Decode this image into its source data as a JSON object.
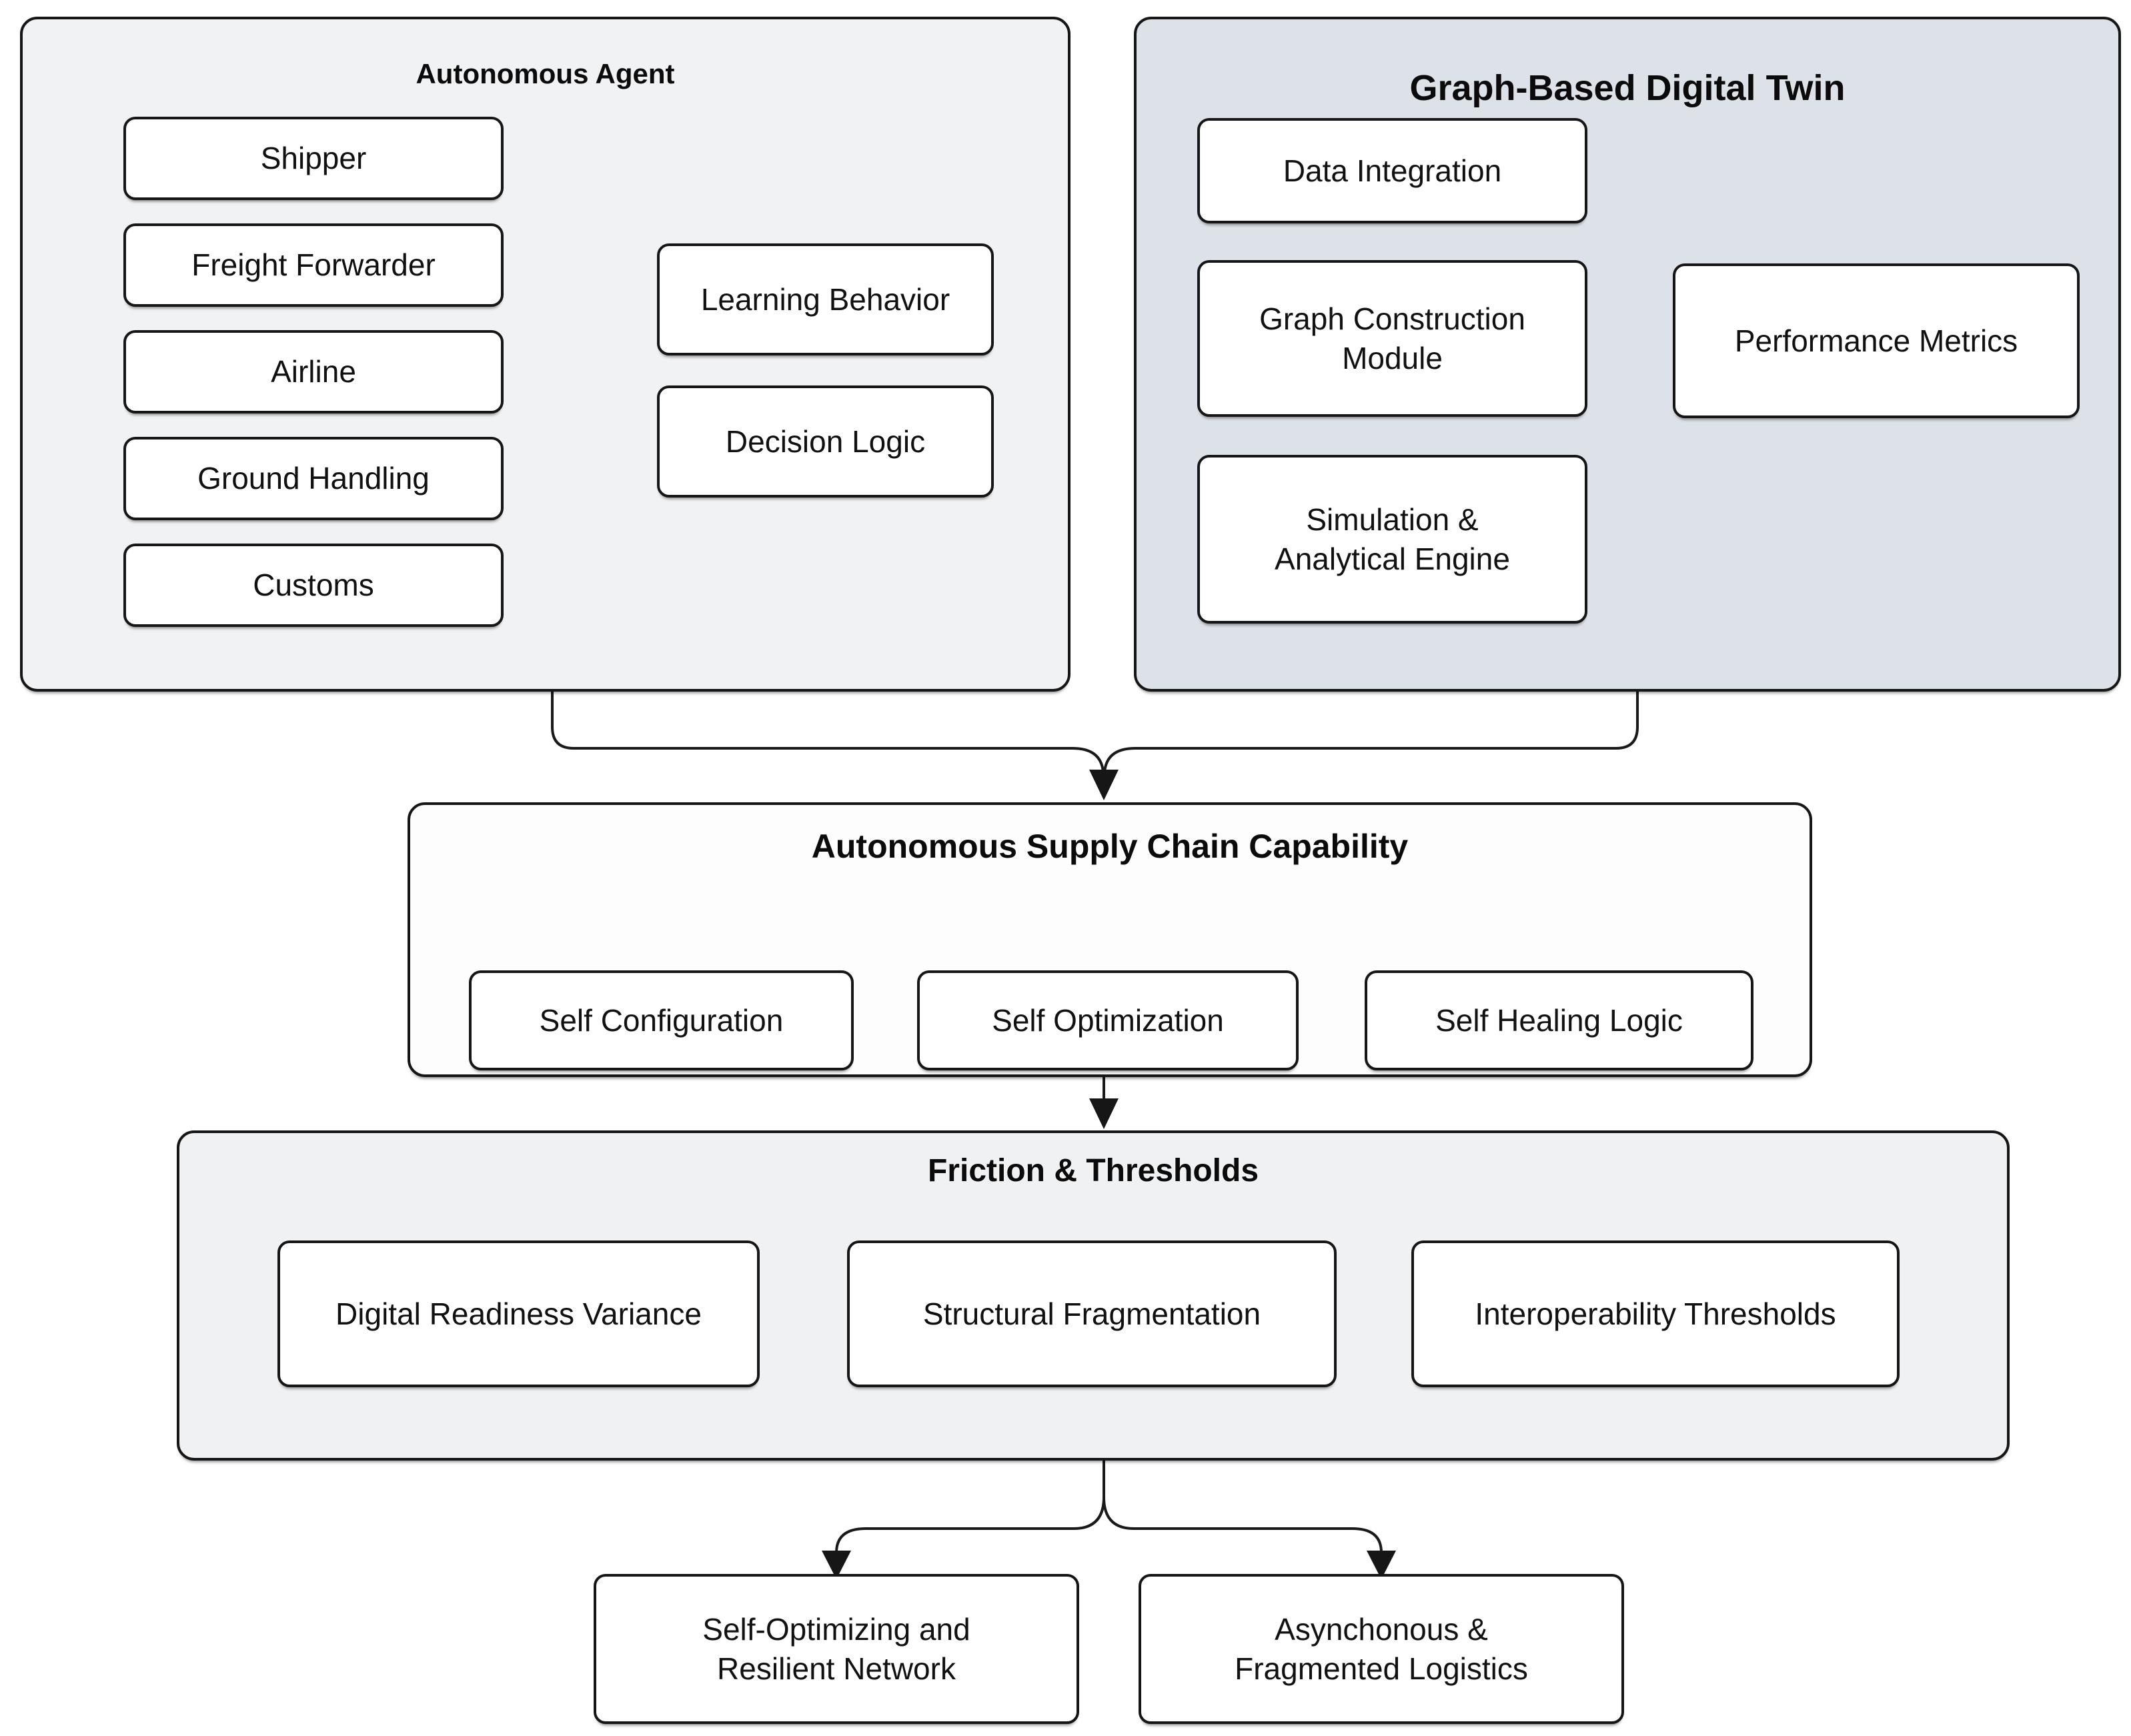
{
  "figure": {
    "colors": {
      "panel_light": "#f1f2f4",
      "panel_blue": "#dde2e8",
      "panel_white": "#fdfdfe",
      "node_fill": "#ffffff",
      "stroke": "#161616",
      "text": "#111111"
    },
    "autonomous_agent": {
      "title": "Autonomous Agent",
      "agents": [
        "Shipper",
        "Freight Forwarder",
        "Airline",
        "Ground Handling",
        "Customs"
      ],
      "behaviors": [
        "Learning Behavior",
        "Decision Logic"
      ]
    },
    "digital_twin": {
      "title": "Graph-Based Digital Twin",
      "modules": [
        "Data Integration",
        "Graph Construction Module",
        "Simulation & Analytical Engine"
      ],
      "output": "Performance Metrics"
    },
    "capability": {
      "title": "Autonomous Supply Chain Capability",
      "items": [
        "Self Configuration",
        "Self Optimization",
        "Self Healing Logic"
      ]
    },
    "friction": {
      "title": "Friction & Thresholds",
      "items": [
        "Digital Readiness Variance",
        "Structural Fragmentation",
        "Interoperability Thresholds"
      ]
    },
    "outcomes": [
      "Self-Optimizing and Resilient Network",
      "Asynchonous & Fragmented Logistics"
    ]
  }
}
